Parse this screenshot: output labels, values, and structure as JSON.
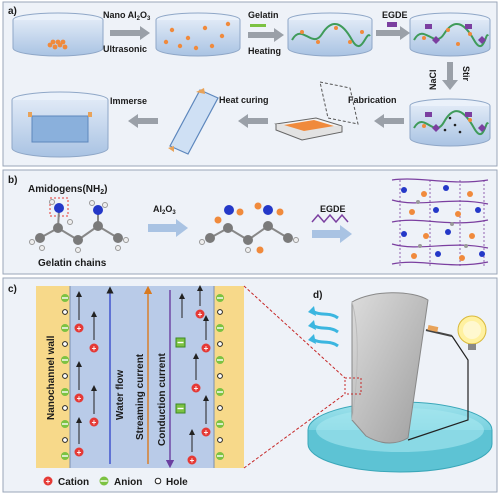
{
  "panel_a": {
    "label": "a)",
    "step1_top": "Nano Al",
    "step1_sub": "2",
    "step1_mid": "O",
    "step1_sub2": "3",
    "step1_bottom": "Ultrasonic",
    "step2_top": "Gelatin",
    "step2_bottom": "Heating",
    "step3_top": "EGDE",
    "step4_left": "NaCl",
    "step4_right": "Stir",
    "step5": "Fabrication",
    "step6": "Heat curing",
    "step7": "Immerse"
  },
  "panel_b": {
    "label": "b)",
    "amidogens": "Amidogens(NH",
    "amidogens_sub": "2",
    "amidogens_end": ")",
    "chains": "Gelatin chains",
    "reagent1": "Al",
    "reagent1_sub": "2",
    "reagent1_mid": "O",
    "reagent1_sub2": "3",
    "reagent2": "EGDE"
  },
  "panel_c": {
    "label": "c)",
    "wall": "Nanochannel wall",
    "water_flow": "Water flow",
    "streaming": "Streaming current",
    "conduction": "Conduction current"
  },
  "panel_d": {
    "label": "d)"
  },
  "legend": {
    "cation": "Cation",
    "anion": "Anion",
    "hole": "Hole"
  },
  "colors": {
    "cation": "#e53935",
    "anion": "#7cc242",
    "nanoparticle": "#f08a3c",
    "gelatin": "#3f9b5a",
    "egde": "#7b3fa0",
    "arrow": "#9aa0a8",
    "panel_bg": "#e8edf6",
    "wall": "#f7d98a",
    "channel": "#b9cbe8",
    "water": "#7ed3e0",
    "streaming": "#d97a1f",
    "conduction": "#6a3fa0"
  }
}
